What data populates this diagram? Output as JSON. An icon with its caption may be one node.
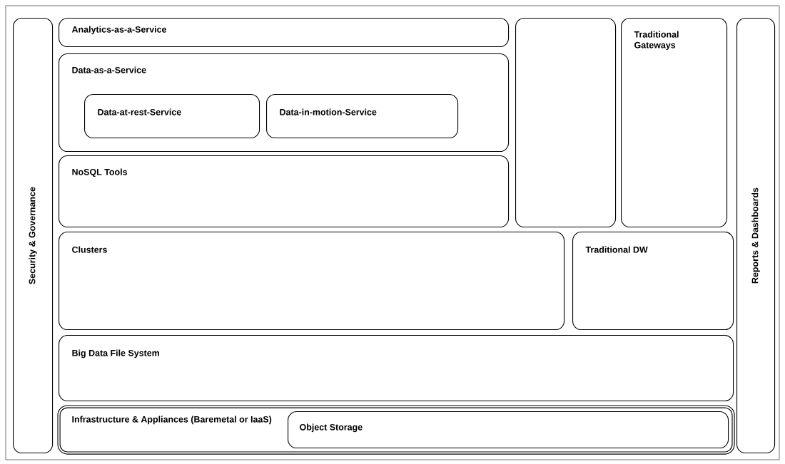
{
  "diagram": {
    "nodes": [
      {
        "text": [
          "Security & Governance"
        ]
      },
      {
        "text": [
          "Analytics-as-a-Service"
        ]
      },
      {
        "text": [
          "Data-as-a-Service"
        ]
      },
      {
        "text": [
          "Data-at-rest-Service"
        ],
        "in": 2
      },
      {
        "text": [
          "Data-in-motion-Service"
        ],
        "in": 2
      },
      {
        "text": [
          "NoSQL Tools"
        ]
      },
      {
        "text": [],
        "shape": "box"
      },
      {
        "text": [
          "Traditional Gateways"
        ]
      },
      {
        "text": [
          "Clusters"
        ]
      },
      {
        "text": [
          "Traditional DW"
        ]
      },
      {
        "text": [
          "Big Data File System"
        ]
      },
      {
        "text": [
          "Infrastructure & Appliances (Baremetal or IaaS)"
        ]
      },
      {
        "text": [
          "Object Storage"
        ],
        "in": 11
      },
      {
        "text": [
          "Reports & Dashboards"
        ]
      }
    ]
  }
}
